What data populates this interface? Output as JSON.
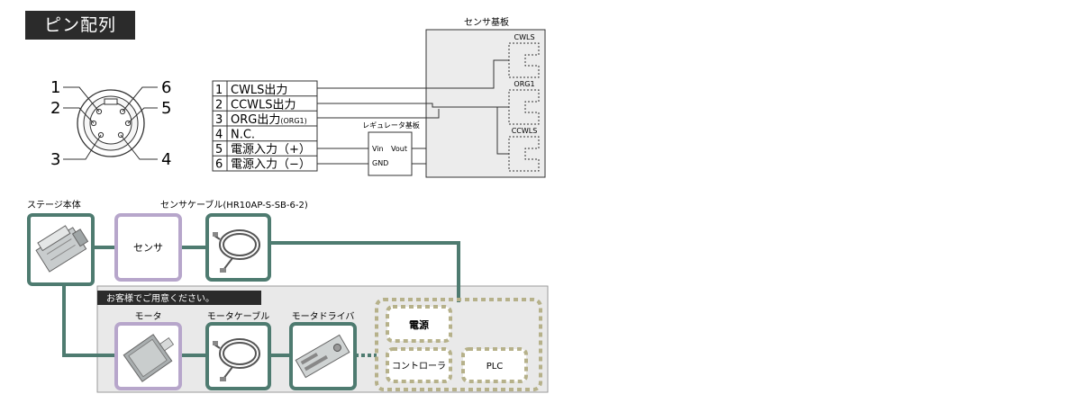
{
  "heading": "ピン配列",
  "pin_numbers": [
    "1",
    "2",
    "3",
    "4",
    "5",
    "6"
  ],
  "pin_table": [
    {
      "num": "1",
      "label": "CWLS出力",
      "sub": ""
    },
    {
      "num": "2",
      "label": "CCWLS出力",
      "sub": ""
    },
    {
      "num": "3",
      "label": "ORG出力",
      "sub": "(ORG1)"
    },
    {
      "num": "4",
      "label": "N.C.",
      "sub": ""
    },
    {
      "num": "5",
      "label": "電源入力（+）",
      "sub": ""
    },
    {
      "num": "6",
      "label": "電源入力（−）",
      "sub": ""
    }
  ],
  "regulator": {
    "title": "レギュレータ基板",
    "vin": "Vin",
    "vout": "Vout",
    "gnd": "GND"
  },
  "sensor_board": {
    "title": "センサ基板",
    "sensors": [
      "CWLS",
      "ORG1",
      "CCWLS"
    ]
  },
  "system": {
    "stage_label": "ステージ本体",
    "sensor_label": "センサ",
    "cable_label": "センサケーブル(HR10AP-S-SB-6-2)",
    "customer_note": "お客様でご用意ください。",
    "motor_label": "モータ",
    "motor_cable_label": "モータケーブル",
    "motor_driver_label": "モータドライバ",
    "power_label": "電源",
    "controller_label": "コントローラ",
    "plc_label": "PLC"
  },
  "colors": {
    "green": "#4e7b70",
    "purple": "#b7a6cb",
    "dashed": "#b6b18a",
    "gray_panel": "#e9e9e9",
    "sensor_panel": "#ececec"
  }
}
